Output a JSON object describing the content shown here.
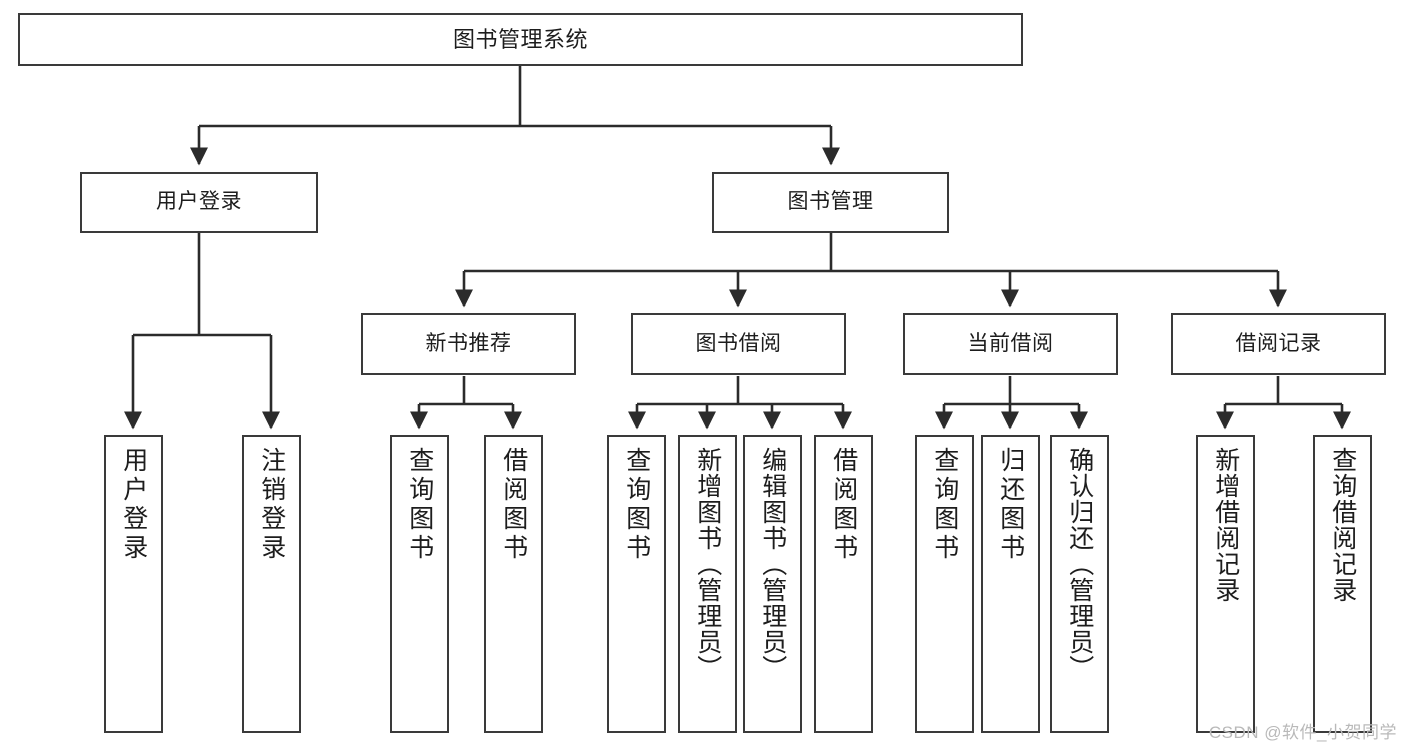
{
  "diagram": {
    "title": "图书管理系统",
    "type": "tree-hierarchy",
    "colors": {
      "box_border": "#3a3a3a",
      "box_fill": "#ffffff",
      "edge": "#2b2b2b",
      "text": "#1d1d1d",
      "watermark": "#b9b9b9",
      "background": "#ffffff"
    },
    "root": {
      "label": "图书管理系统"
    },
    "level1": [
      {
        "label": "用户登录"
      },
      {
        "label": "图书管理"
      }
    ],
    "level2": [
      {
        "label": "新书推荐"
      },
      {
        "label": "图书借阅"
      },
      {
        "label": "当前借阅"
      },
      {
        "label": "借阅记录"
      }
    ],
    "leaves": {
      "user_login": [
        {
          "label": "用户登录"
        },
        {
          "label": "注销登录"
        }
      ],
      "new_book": [
        {
          "label": "查询图书"
        },
        {
          "label": "借阅图书"
        }
      ],
      "book_borrow": [
        {
          "label": "查询图书"
        },
        {
          "label": "新增图书（管理员）"
        },
        {
          "label": "编辑图书（管理员）"
        },
        {
          "label": "借阅图书"
        }
      ],
      "current_borrow": [
        {
          "label": "查询图书"
        },
        {
          "label": "归还图书"
        },
        {
          "label": "确认归还（管理员）"
        }
      ],
      "borrow_record": [
        {
          "label": "新增借阅记录"
        },
        {
          "label": "查询借阅记录"
        }
      ]
    }
  },
  "watermark": {
    "text": "CSDN @软件_小贺同学"
  }
}
